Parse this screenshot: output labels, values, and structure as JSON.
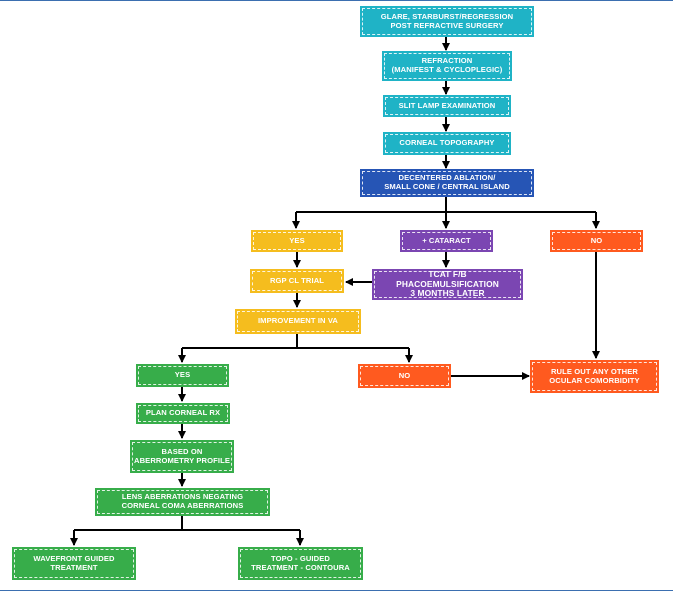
{
  "colors": {
    "teal": "#1fb3c6",
    "blue": "#2655b5",
    "yellow": "#f5bd1e",
    "purple": "#7b46b2",
    "orange": "#ff5a1f",
    "green": "#37ad4a",
    "connector": "#000000"
  },
  "nodes": {
    "glare": "GLARE, STARBURST/REGRESSION\nPOST REFRACTIVE SURGERY",
    "refraction": "REFRACTION\n(MANIFEST & CYCLOPLEGIC)",
    "slit_lamp": "SLIT LAMP EXAMINATION",
    "topography": "CORNEAL TOPOGRAPHY",
    "decentered": "DECENTERED ABLATION/\nSMALL CONE / CENTRAL ISLAND",
    "yes_1": "YES",
    "cataract": "+ CATARACT",
    "no_1": "NO",
    "rgp": "RGP CL TRIAL",
    "phaco": "TCAT F/B PHACOEMULSIFICATION\n3 MONTHS LATER",
    "improvement": "IMPROVEMENT IN VA",
    "yes_2": "YES",
    "no_2": "NO",
    "rule_out": "RULE OUT ANY OTHER\nOCULAR COMORBIDITY",
    "plan": "PLAN CORNEAL RX",
    "aberrometry": "BASED ON\nABERROMETRY PROFILE",
    "lens_aberr": "LENS ABERRATIONS NEGATING\nCORNEAL COMA ABERRATIONS",
    "wavefront": "WAVEFRONT GUIDED\nTREATMENT",
    "topo_guided": "TOPO - GUIDED\nTREATMENT - CONTOURA"
  },
  "edges": [
    [
      "glare",
      "refraction"
    ],
    [
      "refraction",
      "slit_lamp"
    ],
    [
      "slit_lamp",
      "topography"
    ],
    [
      "topography",
      "decentered"
    ],
    [
      "decentered",
      "yes_1"
    ],
    [
      "decentered",
      "cataract"
    ],
    [
      "decentered",
      "no_1"
    ],
    [
      "yes_1",
      "rgp"
    ],
    [
      "cataract",
      "phaco"
    ],
    [
      "phaco",
      "rgp"
    ],
    [
      "no_1",
      "rule_out"
    ],
    [
      "rgp",
      "improvement"
    ],
    [
      "improvement",
      "yes_2"
    ],
    [
      "improvement",
      "no_2"
    ],
    [
      "no_2",
      "rule_out"
    ],
    [
      "yes_2",
      "plan"
    ],
    [
      "plan",
      "aberrometry"
    ],
    [
      "aberrometry",
      "lens_aberr"
    ],
    [
      "lens_aberr",
      "wavefront"
    ],
    [
      "lens_aberr",
      "topo_guided"
    ]
  ]
}
